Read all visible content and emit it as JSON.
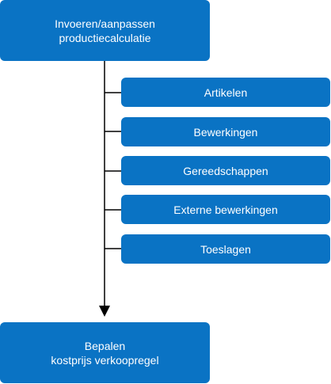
{
  "colors": {
    "box": "#0a73c4",
    "text": "#ffffff",
    "line": "#000000"
  },
  "top_box": {
    "line1": "Invoeren/aanpassen",
    "line2": "productiecalculatie"
  },
  "sub_items": [
    {
      "label": "Artikelen"
    },
    {
      "label": "Bewerkingen"
    },
    {
      "label": "Gereedschappen"
    },
    {
      "label": "Externe bewerkingen"
    },
    {
      "label": "Toeslagen"
    }
  ],
  "bottom_box": {
    "line1": "Bepalen",
    "line2": "kostprijs verkoopregel"
  }
}
